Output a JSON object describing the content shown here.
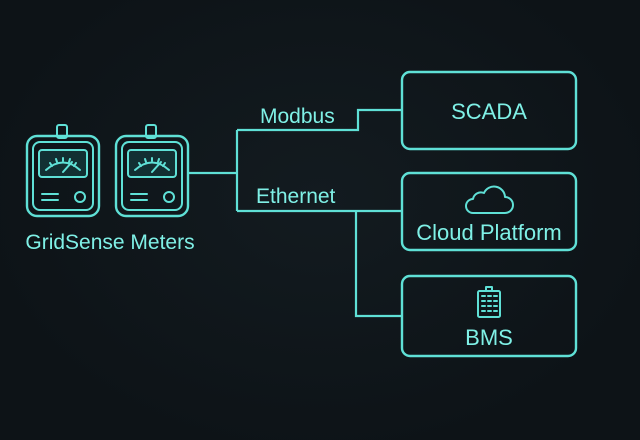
{
  "diagram": {
    "colors": {
      "accent": "#5fe0d6",
      "text": "#7ff0e6",
      "background": "#0f1519"
    },
    "meters": {
      "label": "GridSense Meters",
      "count": 2,
      "icon": "analog-meter-icon"
    },
    "connections": {
      "modbus_label": "Modbus",
      "ethernet_label": "Ethernet"
    },
    "targets": [
      {
        "label": "SCADA",
        "icon": ""
      },
      {
        "label": "Cloud Platform",
        "icon": "cloud-icon"
      },
      {
        "label": "BMS",
        "icon": "building-icon"
      }
    ]
  }
}
